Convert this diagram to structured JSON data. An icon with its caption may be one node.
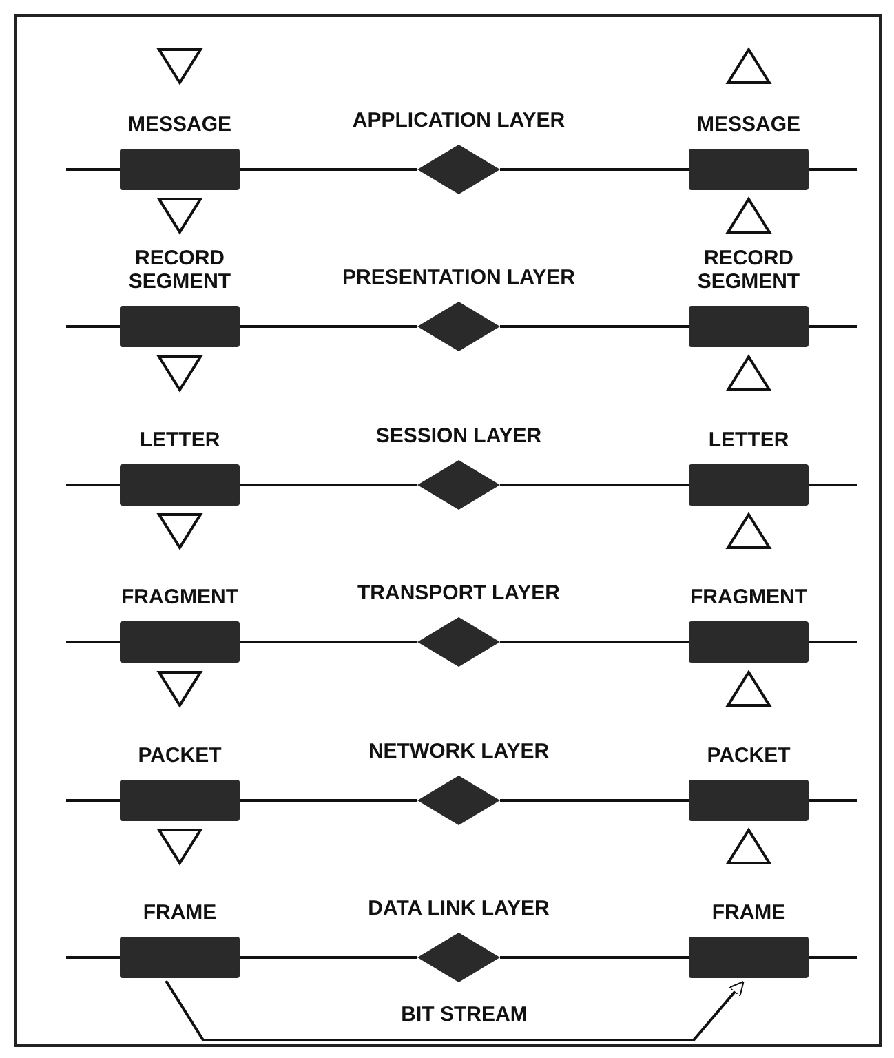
{
  "diagram": {
    "nodes": [
      {
        "text": [
          "MESSAGE"
        ]
      },
      {
        "text": [
          "APPLICATION LAYER"
        ]
      },
      {
        "text": [
          "MESSAGE"
        ]
      },
      {
        "text": [
          "RECORD SEGMENT"
        ]
      },
      {
        "text": [
          "PRESENTATION LAYER"
        ]
      },
      {
        "text": [
          "RECORD SEGMENT"
        ]
      },
      {
        "text": [
          "LETTER"
        ]
      },
      {
        "text": [
          "SESSION LAYER"
        ]
      },
      {
        "text": [
          "LETTER"
        ]
      },
      {
        "text": [
          "FRAGMENT"
        ]
      },
      {
        "text": [
          "TRANSPORT LAYER"
        ]
      },
      {
        "text": [
          "FRAGMENT"
        ]
      },
      {
        "text": [
          "PACKET"
        ]
      },
      {
        "text": [
          "NETWORK LAYER"
        ]
      },
      {
        "text": [
          "PACKET"
        ]
      },
      {
        "text": [
          "FRAME"
        ]
      },
      {
        "text": [
          "DATA LINK LAYER"
        ]
      },
      {
        "text": [
          "FRAME"
        ]
      }
    ],
    "edges": [
      {
        "from": 0,
        "to": 1,
        "arrow": "none"
      },
      {
        "from": 1,
        "to": 2,
        "arrow": "none"
      },
      {
        "from": 3,
        "to": 4,
        "arrow": "none"
      },
      {
        "from": 4,
        "to": 5,
        "arrow": "none"
      },
      {
        "from": 6,
        "to": 7,
        "arrow": "none"
      },
      {
        "from": 7,
        "to": 8,
        "arrow": "none"
      },
      {
        "from": 9,
        "to": 10,
        "arrow": "none"
      },
      {
        "from": 10,
        "to": 11,
        "arrow": "none"
      },
      {
        "from": 12,
        "to": 13,
        "arrow": "none"
      },
      {
        "from": 13,
        "to": 14,
        "arrow": "none"
      },
      {
        "from": 15,
        "to": 16,
        "arrow": "none"
      },
      {
        "from": 16,
        "to": 17,
        "arrow": "none"
      },
      {
        "from": null,
        "to": 0,
        "arrow": "to"
      },
      {
        "from": 0,
        "to": 3,
        "arrow": "to"
      },
      {
        "from": 3,
        "to": 6,
        "arrow": "to"
      },
      {
        "from": 6,
        "to": 9,
        "arrow": "to"
      },
      {
        "from": 9,
        "to": 12,
        "arrow": "to"
      },
      {
        "from": 12,
        "to": 15,
        "arrow": "to"
      },
      {
        "from": 2,
        "to": null,
        "arrow": "to"
      },
      {
        "from": 5,
        "to": 2,
        "arrow": "to"
      },
      {
        "from": 8,
        "to": 5,
        "arrow": "to"
      },
      {
        "from": 11,
        "to": 8,
        "arrow": "to"
      },
      {
        "from": 14,
        "to": 11,
        "arrow": "to"
      },
      {
        "from": 17,
        "to": 14,
        "arrow": "to"
      },
      {
        "from": 15,
        "to": 17,
        "arrow": "to",
        "label": "BIT STREAM"
      }
    ]
  }
}
